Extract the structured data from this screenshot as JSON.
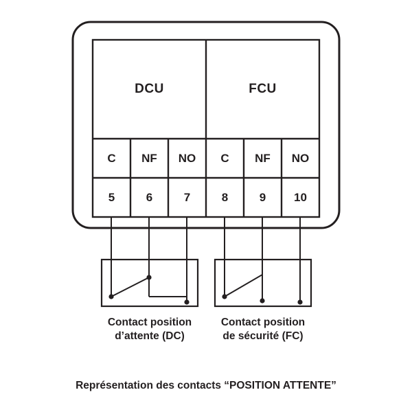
{
  "diagram": {
    "title": "Représentation des contacts “POSITION ATTENTE”",
    "units": [
      {
        "name": "DCU"
      },
      {
        "name": "FCU"
      }
    ],
    "columns": [
      {
        "header": "C",
        "number": "5"
      },
      {
        "header": "NF",
        "number": "6"
      },
      {
        "header": "NO",
        "number": "7"
      },
      {
        "header": "C",
        "number": "8"
      },
      {
        "header": "NF",
        "number": "9"
      },
      {
        "header": "NO",
        "number": "10"
      }
    ],
    "contacts": [
      {
        "line1": "Contact position",
        "line2": "d’attente (DC)"
      },
      {
        "line1": "Contact position",
        "line2": "de sécurité (FC)"
      }
    ],
    "colors": {
      "stroke": "#231f20",
      "background": "#ffffff"
    }
  }
}
